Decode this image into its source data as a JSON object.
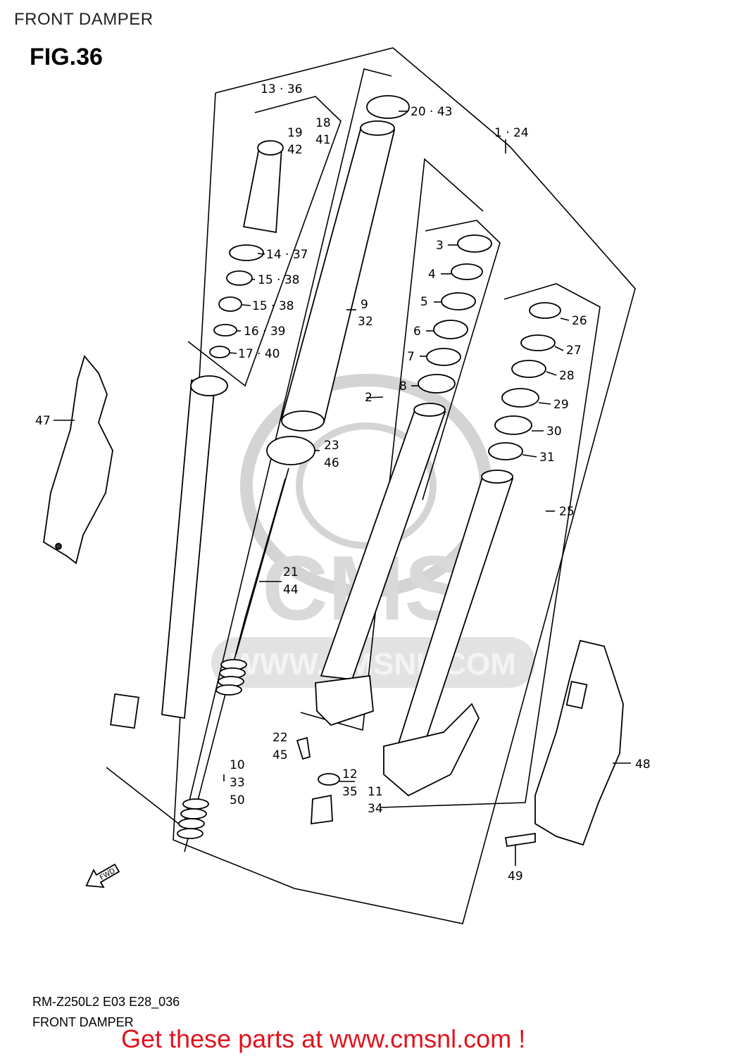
{
  "page": {
    "title": "FRONT DAMPER",
    "figure": "FIG.36",
    "model_code": "RM-Z250L2 E03 E28_036",
    "bottom_title": "FRONT DAMPER",
    "cta": "Get these parts at www.cmsnl.com !"
  },
  "watermark": {
    "text": "WWW.CMSNL.COM",
    "logo": "CMS"
  },
  "icons": {
    "fwd_arrow": "fwd-arrow-icon",
    "fwd_text": "FWD"
  },
  "callouts": {
    "c13": "13 · 36",
    "c18": "18",
    "c41": "41",
    "c19": "19",
    "c42": "42",
    "c20": "20 · 43",
    "c1": "1 · 24",
    "c14": "14 · 37",
    "c15a": "15 · 38",
    "c15b": "15 · 38",
    "c16": "16 · 39",
    "c17": "17 · 40",
    "c9": "9",
    "c32": "32",
    "c3": "3",
    "c4": "4",
    "c5": "5",
    "c6": "6",
    "c7": "7",
    "c8": "8",
    "c2": "2",
    "c26": "26",
    "c27": "27",
    "c28": "28",
    "c29": "29",
    "c30": "30",
    "c31": "31",
    "c25": "25",
    "c47": "47",
    "c23": "23",
    "c46": "46",
    "c21": "21",
    "c44": "44",
    "c22": "22",
    "c45": "45",
    "c10": "10",
    "c33": "33",
    "c50": "50",
    "c12": "12",
    "c35": "35",
    "c11": "11",
    "c34": "34",
    "c48": "48",
    "c49": "49"
  }
}
